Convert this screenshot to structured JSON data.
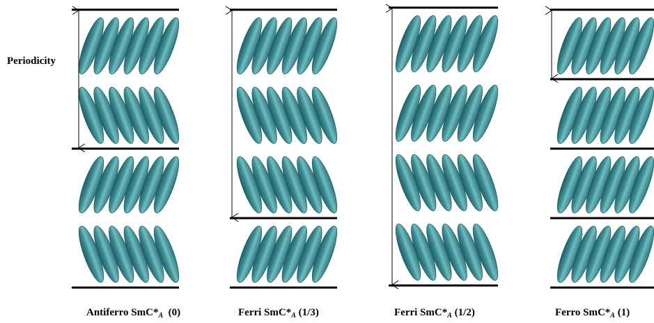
{
  "periodicity_label": "Periodicity",
  "phases": [
    {
      "name": "Antiferro SmC*",
      "subscript": "A",
      "ratio": "(0)",
      "layer_tilts": [
        "right",
        "left",
        "right",
        "left"
      ],
      "period_layers": 2
    },
    {
      "name": "Ferri SmC*",
      "subscript": "A",
      "ratio": "(1/3)",
      "layer_tilts": [
        "right",
        "left",
        "left",
        "right"
      ],
      "period_layers": 3
    },
    {
      "name": "Ferri SmC*",
      "subscript": "A",
      "ratio": "(1/2)",
      "layer_tilts": [
        "right",
        "right",
        "left",
        "left"
      ],
      "period_layers": 4
    },
    {
      "name": "Ferro SmC*",
      "subscript": "A",
      "ratio": "(1)",
      "layer_tilts": [
        "right",
        "right",
        "right",
        "right"
      ],
      "period_layers": 1
    }
  ],
  "colors": {
    "molecule_fill": "#3e8e94",
    "molecule_highlight": "#6fbcc0",
    "molecule_shadow": "#1f5e63",
    "line": "#000000"
  }
}
